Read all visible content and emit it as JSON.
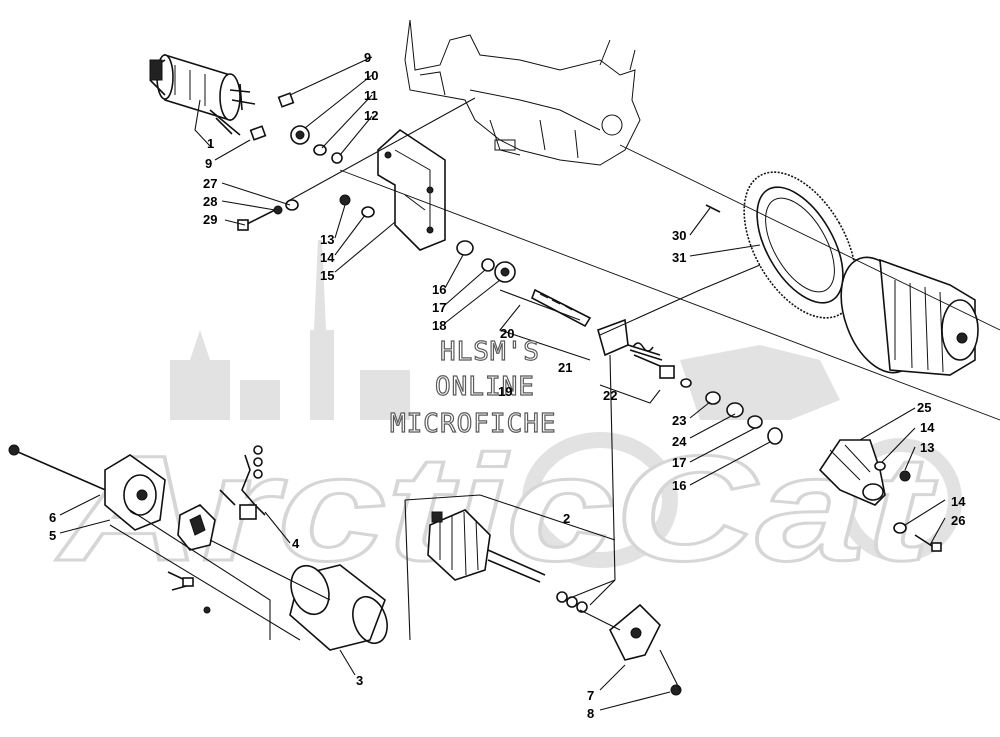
{
  "watermark": {
    "line1": "HLSM'S",
    "line2": "ONLINE",
    "line3": "MICROFICHE",
    "brand": "ArcticCat",
    "color": "#d9d9d9"
  },
  "callouts": {
    "c1": "1",
    "c2": "2",
    "c3": "3",
    "c4": "4",
    "c5": "5",
    "c6": "6",
    "c7": "7",
    "c8": "8",
    "c9a": "9",
    "c9b": "9",
    "c10": "10",
    "c11": "11",
    "c12": "12",
    "c13a": "13",
    "c13b": "13",
    "c14a": "14",
    "c14b": "14",
    "c14c": "14",
    "c15": "15",
    "c16a": "16",
    "c16b": "16",
    "c17a": "17",
    "c17b": "17",
    "c18": "18",
    "c19": "19",
    "c20": "20",
    "c21": "21",
    "c22": "22",
    "c23": "23",
    "c24": "24",
    "c25": "25",
    "c26": "26",
    "c27": "27",
    "c28": "28",
    "c29": "29",
    "c30": "30",
    "c31": "31"
  }
}
